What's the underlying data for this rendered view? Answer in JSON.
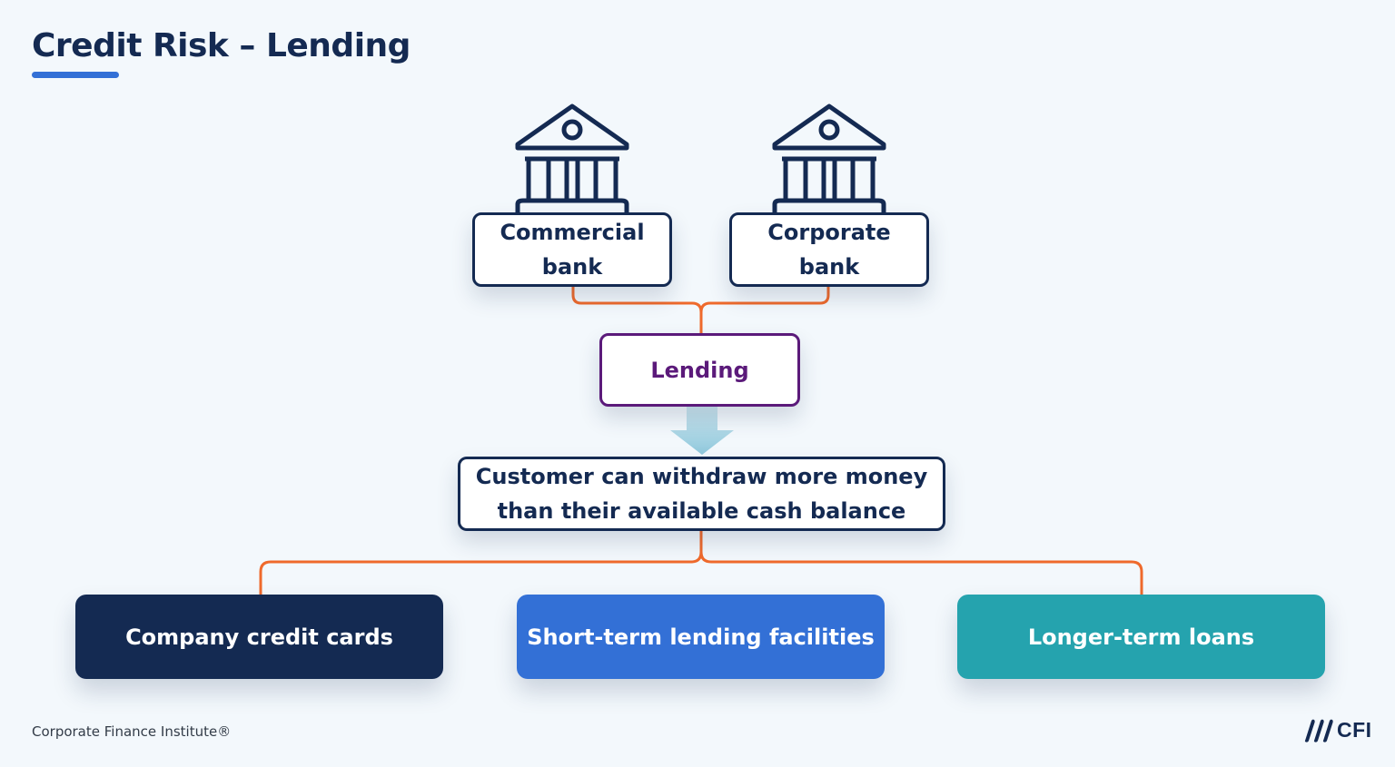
{
  "title": "Credit Risk – Lending",
  "banks": [
    {
      "label": "Commercial\nbank",
      "icon": "bank-building-icon"
    },
    {
      "label": "Corporate\nbank",
      "icon": "bank-building-icon"
    }
  ],
  "lending": {
    "label": "Lending"
  },
  "customer": {
    "label": "Customer can withdraw more money\nthan their available cash balance"
  },
  "categories": [
    {
      "label": "Company credit cards",
      "color": "#142a52"
    },
    {
      "label": "Short-term lending facilities",
      "color": "#3370d6"
    },
    {
      "label": "Longer-term loans",
      "color": "#25a3ae"
    }
  ],
  "footer": {
    "text": "Corporate Finance Institute®"
  },
  "logo": {
    "text": "CFI",
    "icon": "cfi-stripes-icon"
  },
  "colors": {
    "navy": "#142a52",
    "purple": "#5b1a7a",
    "orange": "#ef6a2c",
    "arrow": "#a9d3e3"
  }
}
